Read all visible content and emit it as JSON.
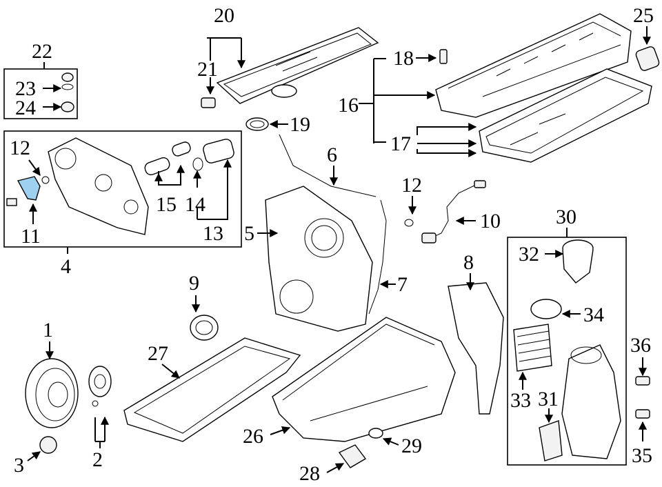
{
  "callouts": {
    "c1": "1",
    "c2": "2",
    "c3": "3",
    "c4": "4",
    "c5": "5",
    "c6": "6",
    "c7": "7",
    "c8": "8",
    "c9": "9",
    "c10": "10",
    "c11": "11",
    "c12a": "12",
    "c12b": "12",
    "c13": "13",
    "c14": "14",
    "c15": "15",
    "c16": "16",
    "c17": "17",
    "c18": "18",
    "c19": "19",
    "c20": "20",
    "c21": "21",
    "c22": "22",
    "c23": "23",
    "c24": "24",
    "c25": "25",
    "c26": "26",
    "c27": "27",
    "c28": "28",
    "c29": "29",
    "c30": "30",
    "c31": "31",
    "c32": "32",
    "c33": "33",
    "c34": "34",
    "c35": "35",
    "c36": "36"
  },
  "colors": {
    "highlight": "#9fd0ef",
    "line": "#000000",
    "background": "#ffffff"
  }
}
